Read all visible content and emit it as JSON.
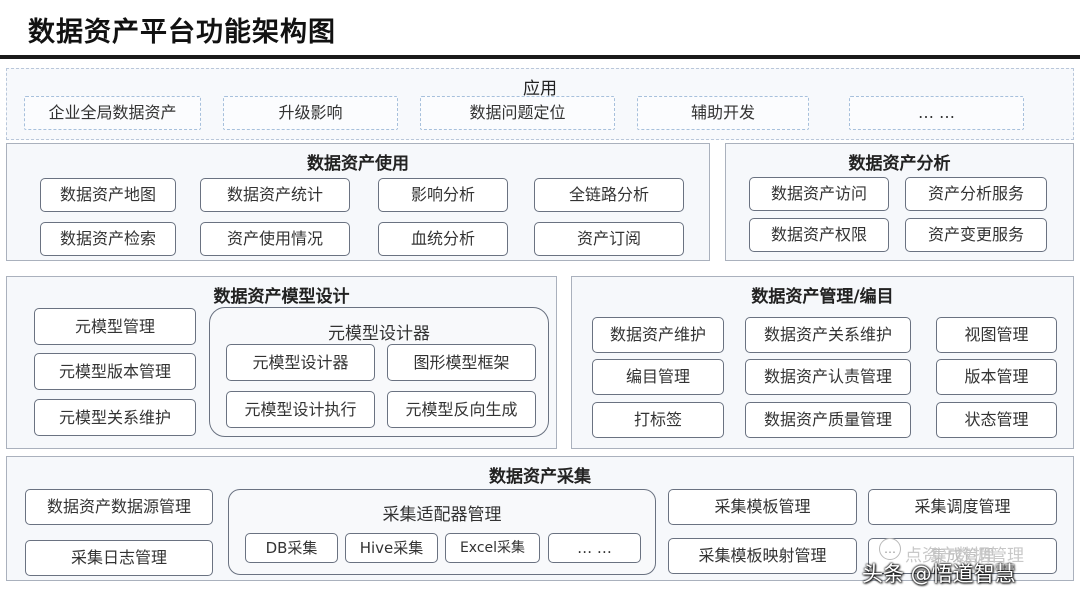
{
  "title": "数据资产平台功能架构图",
  "app": {
    "title": "应用",
    "items": [
      "企业全局数据资产",
      "升级影响",
      "数据问题定位",
      "辅助开发",
      "… …"
    ]
  },
  "usage": {
    "title": "数据资产使用",
    "items": [
      "数据资产地图",
      "数据资产统计",
      "影响分析",
      "全链路分析",
      "数据资产检索",
      "资产使用情况",
      "血统分析",
      "资产订阅"
    ]
  },
  "analysis": {
    "title": "数据资产分析",
    "items": [
      "数据资产访问",
      "资产分析服务",
      "数据资产权限",
      "资产变更服务"
    ]
  },
  "model": {
    "title": "数据资产模型设计",
    "items": [
      "元模型管理",
      "元模型版本管理",
      "元模型关系维护"
    ],
    "designer": {
      "title": "元模型设计器",
      "items": [
        "元模型设计器",
        "图形模型框架",
        "元模型设计执行",
        "元模型反向生成"
      ]
    }
  },
  "catalog": {
    "title": "数据资产管理/编目",
    "items": [
      "数据资产维护",
      "数据资产关系维护",
      "视图管理",
      "编目管理",
      "数据资产认责管理",
      "版本管理",
      "打标签",
      "数据资产质量管理",
      "状态管理"
    ]
  },
  "collect": {
    "title": "数据资产采集",
    "left": [
      "数据资产数据源管理",
      "采集日志管理"
    ],
    "adapter": {
      "title": "采集适配器管理",
      "items": [
        "DB采集",
        "Hive采集",
        "Excel采集",
        "… …"
      ]
    },
    "right": [
      "采集模板管理",
      "采集调度管理",
      "采集模板映射管理",
      "集成管理"
    ]
  },
  "watermark": {
    "handle": "头条 @悟道智慧",
    "logo_text": "…",
    "blur_text": "点资产数据管理"
  }
}
